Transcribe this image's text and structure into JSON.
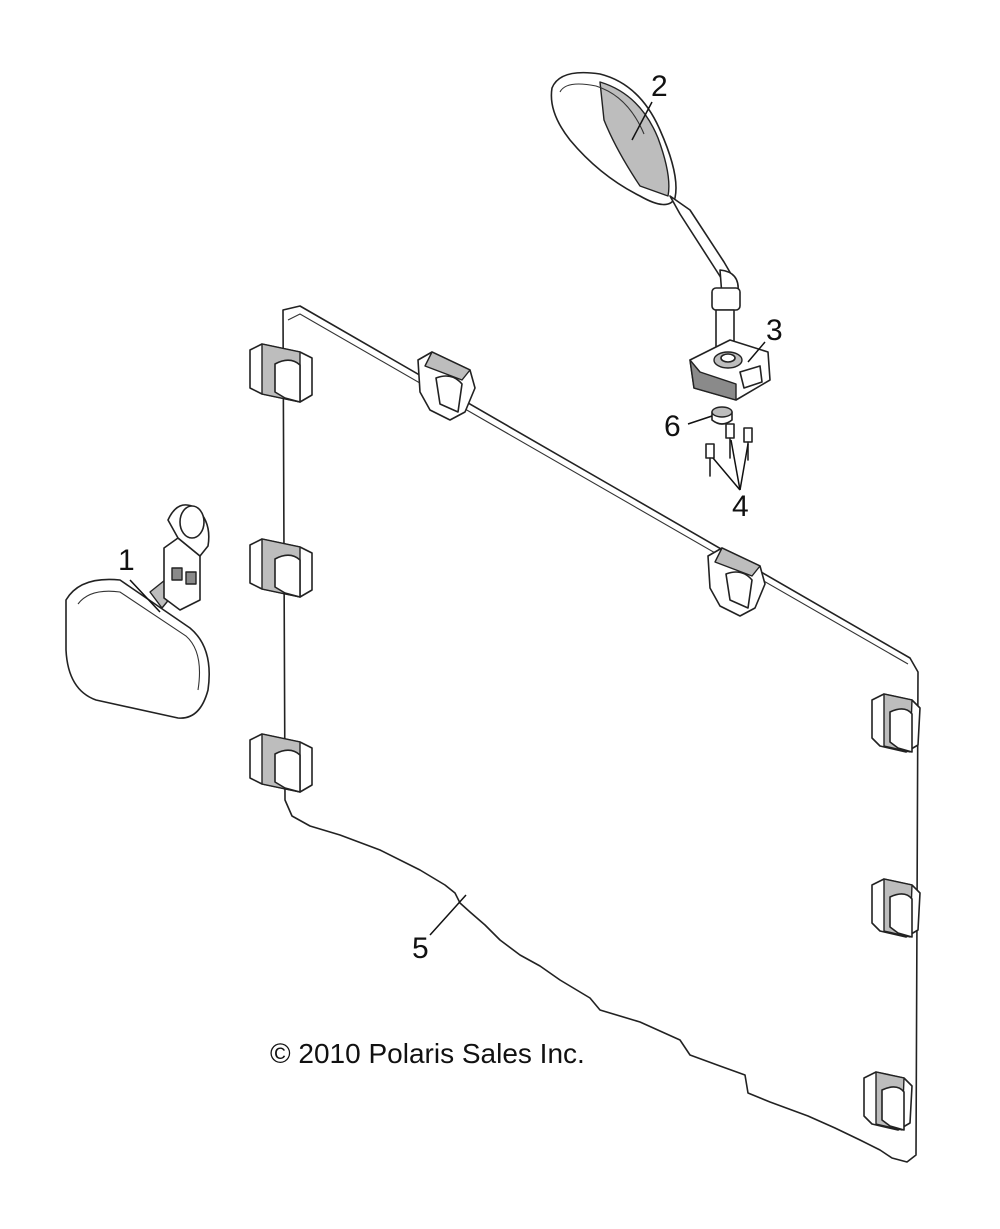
{
  "callouts": {
    "c1": "1",
    "c2": "2",
    "c3": "3",
    "c4": "4",
    "c5": "5",
    "c6": "6"
  },
  "copyright": "© 2010 Polaris Sales Inc."
}
